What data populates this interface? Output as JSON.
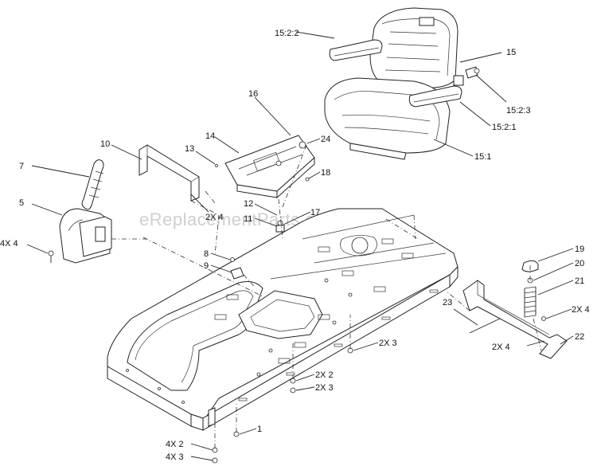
{
  "watermark": "eReplacementParts.com",
  "callouts": {
    "c15_2_2": "15:2:2",
    "c15": "15",
    "c15_2_3": "15:2:3",
    "c15_2_1": "15:2:1",
    "c15_1": "15:1",
    "c16": "16",
    "c14": "14",
    "c13": "13",
    "c24": "24",
    "c18": "18",
    "c10": "10",
    "c7": "7",
    "c5": "5",
    "c2x4_a": "2X 4",
    "c12": "12",
    "c11": "11",
    "c17": "17",
    "c4x4": "4X 4",
    "c8": "8",
    "c9": "9",
    "c19": "19",
    "c20": "20",
    "c21": "21",
    "c23": "23",
    "c2x4_b": "2X 4",
    "c2x4_c": "2X 4",
    "c22": "22",
    "c2x3_a": "2X 3",
    "c2x2": "2X 2",
    "c2x3_b": "2X 3",
    "c1": "1",
    "c4x2": "4X 2",
    "c4x3": "4X 3"
  }
}
